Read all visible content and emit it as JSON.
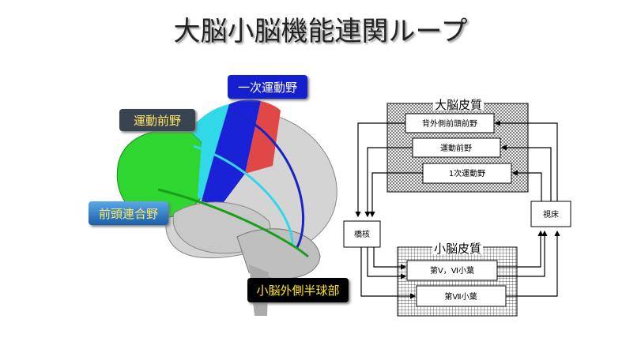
{
  "title": "大脳小脳機能連関ループ",
  "brain_labels": {
    "primary_motor": "一次運動野",
    "premotor": "運動前野",
    "prefrontal": "前頭連合野",
    "cerebellum_lateral": "小脳外側半球部"
  },
  "diagram": {
    "cerebral_cortex": "大脳皮質",
    "dlpfc": "背外側前頭前野",
    "premotor": "運動前野",
    "primary_motor": "1次運動野",
    "pons": "橋核",
    "thalamus": "視床",
    "cerebellar_cortex": "小脳皮質",
    "lobule_5_6": "第Ⅴ，Ⅵ小葉",
    "lobule_7": "第Ⅶ小葉"
  },
  "colors": {
    "primary_motor": "#1a22d8",
    "premotor_area": "#e04848",
    "prefrontal": "#2fd62f",
    "cyan": "#30d8e8"
  }
}
